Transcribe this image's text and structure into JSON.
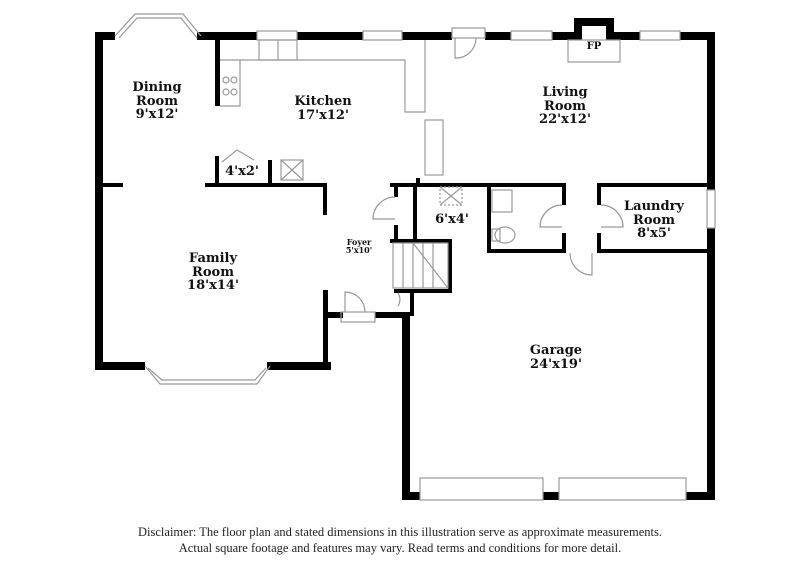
{
  "floor_plan": {
    "rooms": [
      {
        "id": "dining",
        "name": "Dining Room",
        "name_lines": [
          "Dining",
          "Room"
        ],
        "dimensions": "9'x12'"
      },
      {
        "id": "kitchen",
        "name": "Kitchen",
        "name_lines": [
          "Kitchen"
        ],
        "dimensions": "17'x12'"
      },
      {
        "id": "living",
        "name": "Living Room",
        "name_lines": [
          "Living",
          "Room"
        ],
        "dimensions": "22'x12'"
      },
      {
        "id": "pantry",
        "name": "",
        "name_lines": [],
        "dimensions": "4'x2'"
      },
      {
        "id": "closet",
        "name": "",
        "name_lines": [],
        "dimensions": "6'x4'"
      },
      {
        "id": "laundry",
        "name": "Laundry Room",
        "name_lines": [
          "Laundry",
          "Room"
        ],
        "dimensions": "8'x5'"
      },
      {
        "id": "foyer",
        "name": "Foyer",
        "name_lines": [
          "Foyer"
        ],
        "dimensions": "5'x10'"
      },
      {
        "id": "family",
        "name": "Family Room",
        "name_lines": [
          "Family",
          "Room"
        ],
        "dimensions": "18'x14'"
      },
      {
        "id": "garage",
        "name": "Garage",
        "name_lines": [
          "Garage"
        ],
        "dimensions": "24'x19'"
      }
    ],
    "fireplace_label": "FP",
    "colors": {
      "wall": "#000000",
      "fixture": "#999999",
      "background": "#ffffff"
    }
  },
  "disclaimer": {
    "line1": "Disclaimer: The floor plan and stated dimensions in this illustration serve as approximate measurements.",
    "line2": "Actual square footage and features may vary. Read terms and conditions for more detail."
  }
}
